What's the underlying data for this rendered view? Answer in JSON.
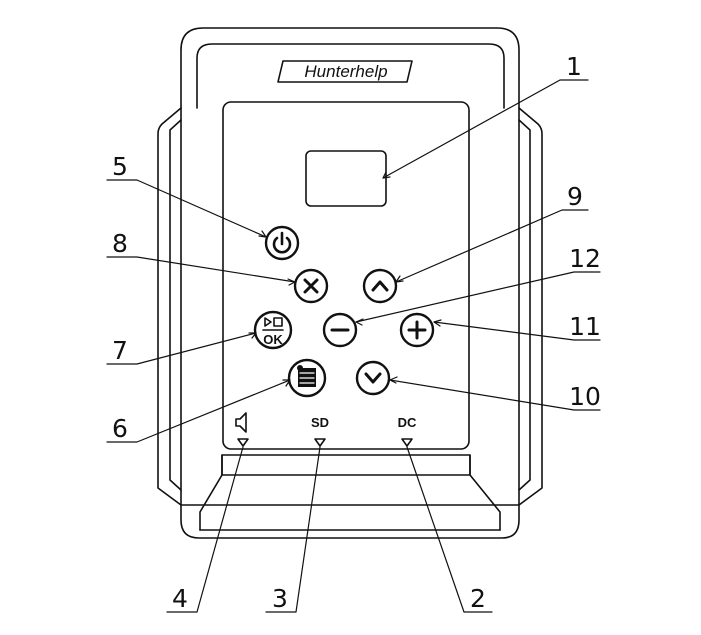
{
  "device": {
    "logo_text": "Hunterhelp",
    "ok_label": "OK",
    "indicators": {
      "sd_label": "SD",
      "dc_label": "DC"
    }
  },
  "callouts": {
    "c1": "1",
    "c2": "2",
    "c3": "3",
    "c4": "4",
    "c5": "5",
    "c6": "6",
    "c7": "7",
    "c8": "8",
    "c9": "9",
    "c10": "10",
    "c11": "11",
    "c12": "12"
  },
  "icons": {
    "power": "power-icon",
    "close": "close-icon",
    "up": "chevron-up-icon",
    "down": "chevron-down-icon",
    "minus": "minus-icon",
    "plus": "plus-icon",
    "play_ok": "play-ok-icon",
    "menu": "menu-icon",
    "speaker": "speaker-icon"
  },
  "colors": {
    "line": "#111111",
    "background": "#ffffff"
  }
}
